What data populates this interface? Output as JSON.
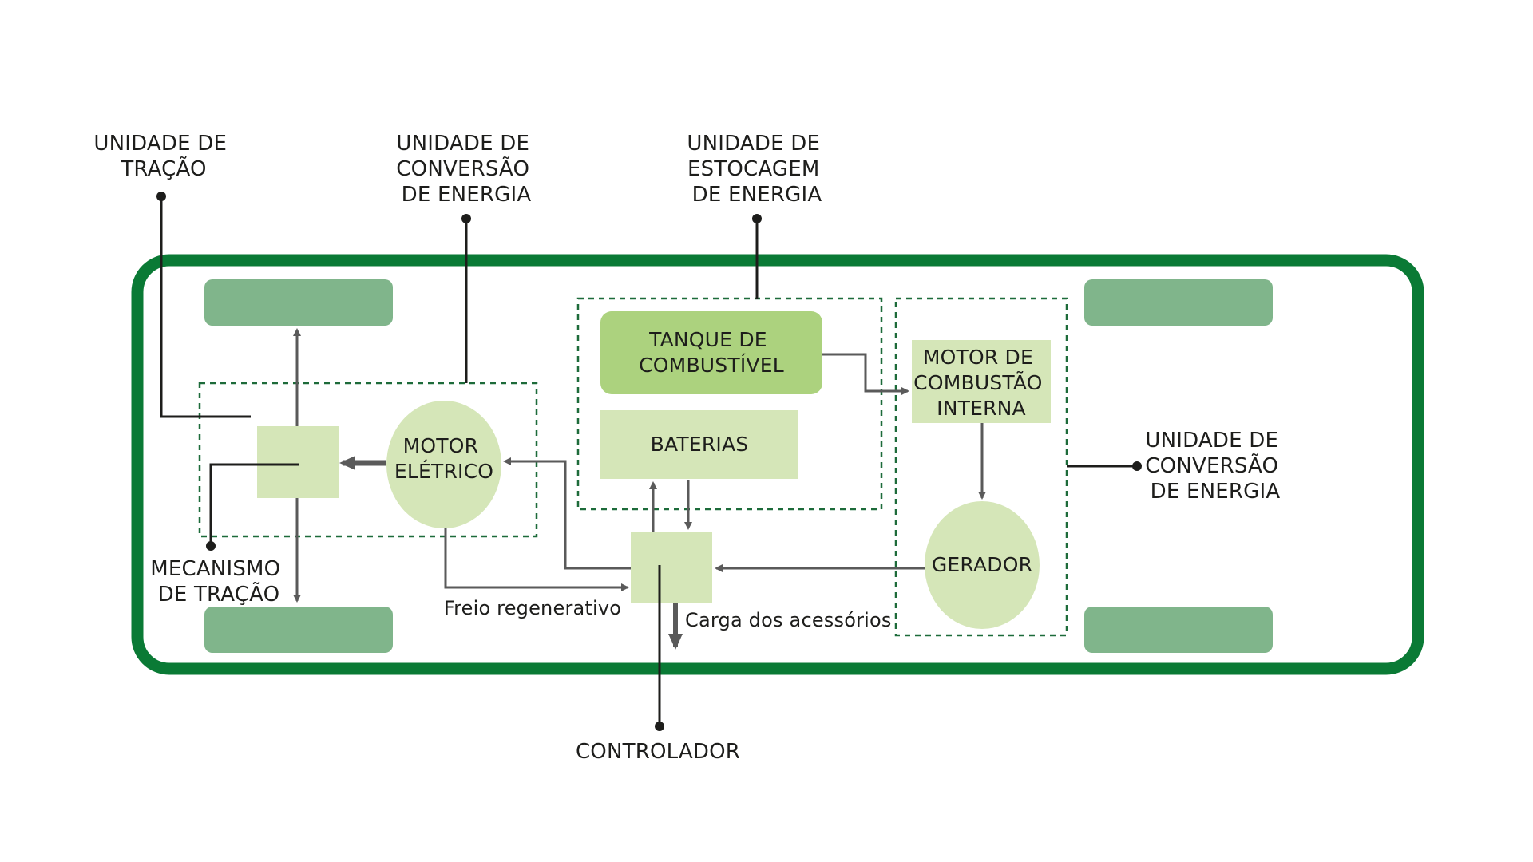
{
  "colors": {
    "background": "#ffffff",
    "chassis": "#0a7a35",
    "wheel": "#80b58b",
    "light_box": "#d5e6b8",
    "fuel_tank": "#acd27e",
    "dashed": "#1d6b3a",
    "arrow": "#5a5a5a",
    "leader": "#1d1d1b",
    "text": "#1d1d1b"
  },
  "labels": {
    "traction_unit": [
      "UNIDADE DE",
      "TRAÇÃO"
    ],
    "conversion_unit_left": [
      "UNIDADE DE",
      "CONVERSÃO",
      "DE ENERGIA"
    ],
    "storage_unit": [
      "UNIDADE DE",
      "ESTOCAGEM",
      "DE ENERGIA"
    ],
    "conversion_unit_right": [
      "UNIDADE DE",
      "CONVERSÃO",
      "DE ENERGIA"
    ],
    "traction_mechanism": [
      "MECANISMO",
      "DE TRAÇÃO"
    ],
    "controller": "CONTROLADOR",
    "regen_brake": "Freio regenerativo",
    "accessory_load": "Carga dos acessórios"
  },
  "components": {
    "electric_motor": [
      "MOTOR",
      "ELÉTRICO"
    ],
    "fuel_tank": [
      "TANQUE DE",
      "COMBUSTÍVEL"
    ],
    "batteries": "BATERIAS",
    "ice": [
      "MOTOR DE",
      "COMBUSTÃO",
      "INTERNA"
    ],
    "generator": "GERADOR"
  },
  "icons": {
    "wheel": "wheel-rect",
    "leader_dot": "leader-dot",
    "arrow_head": "arrow-head"
  }
}
